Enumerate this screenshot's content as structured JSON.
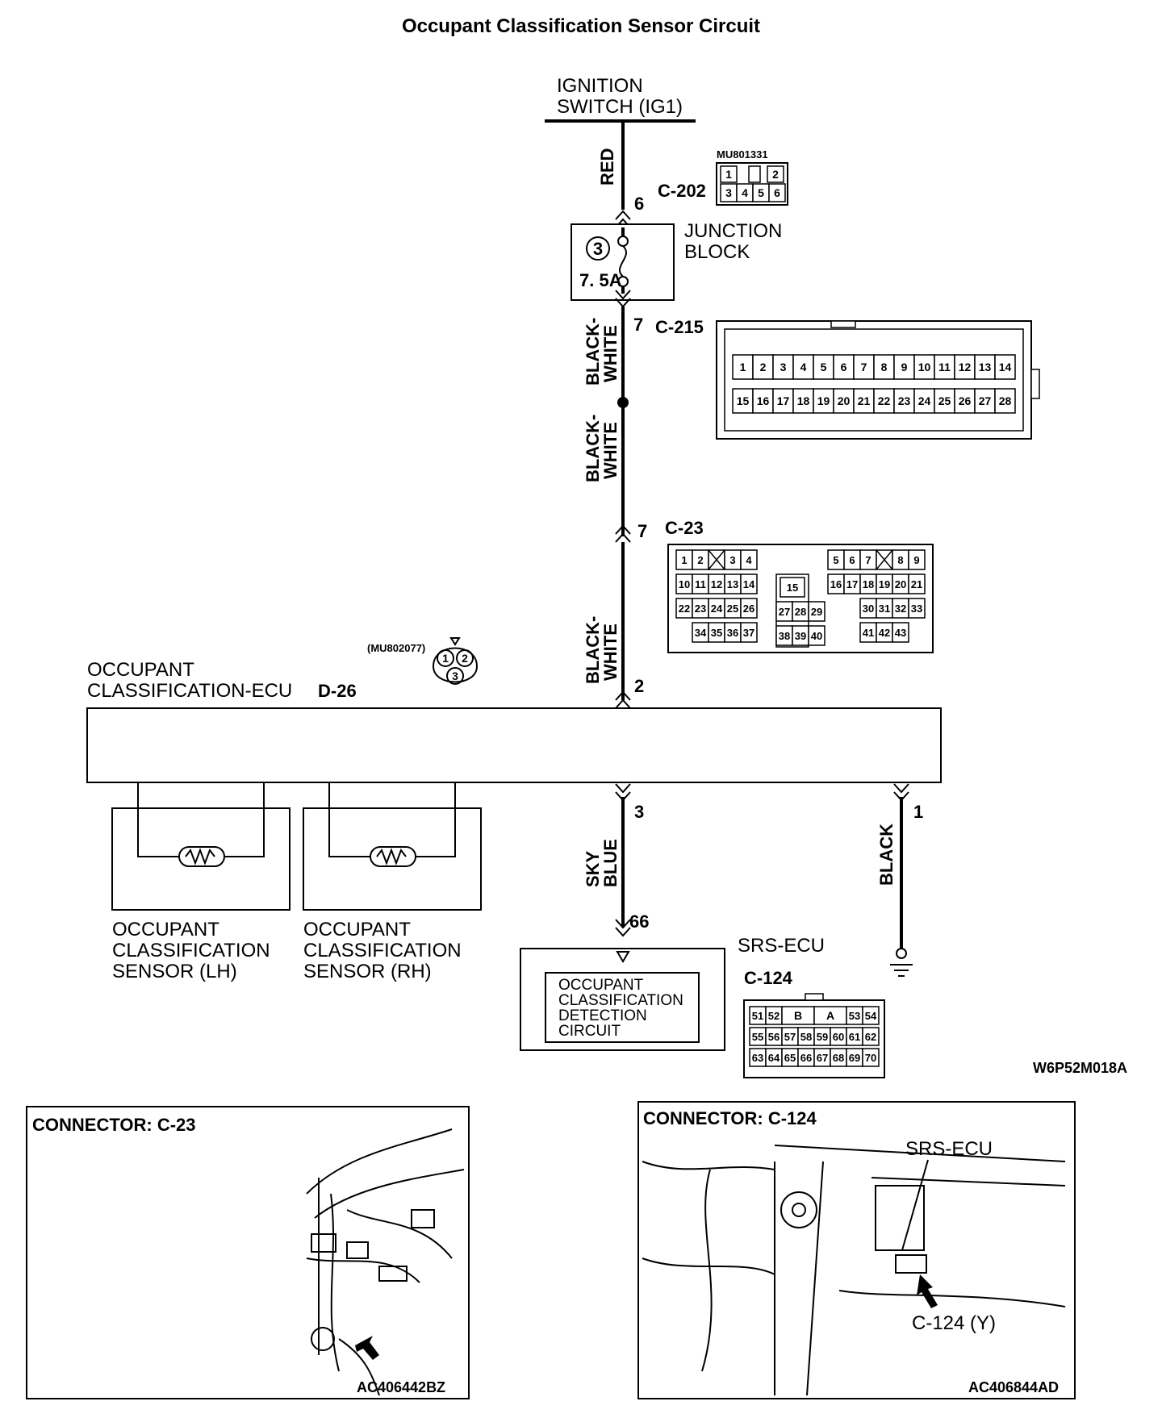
{
  "title": "Occupant Classification Sensor Circuit",
  "ignition": {
    "line1": "IGNITION",
    "line2": "SWITCH (IG1)"
  },
  "wires": {
    "red": "RED",
    "black_white_1a": "BLACK-",
    "black_white_1b": "WHITE",
    "black_white_2a": "BLACK-",
    "black_white_2b": "WHITE",
    "black_white_3a": "BLACK-",
    "black_white_3b": "WHITE",
    "sky_blue_a": "SKY",
    "sky_blue_b": "BLUE",
    "black": "BLACK"
  },
  "pins": {
    "c202_pin": "6",
    "c215_pin": "7",
    "c23_pin": "7",
    "d26_pin_top": "2",
    "d26_pin_sensor": "3",
    "d26_pin_ground": "1",
    "srs_pin": "66"
  },
  "connectors": {
    "c202": {
      "label": "C-202",
      "part": "MU801331",
      "row1": [
        "1",
        "",
        "2"
      ],
      "row2": [
        "3",
        "4",
        "5",
        "6"
      ]
    },
    "c215": {
      "label": "C-215",
      "row1": [
        "1",
        "2",
        "3",
        "4",
        "5",
        "6",
        "7",
        "8",
        "9",
        "10",
        "11",
        "12",
        "13",
        "14"
      ],
      "row2": [
        "15",
        "16",
        "17",
        "18",
        "19",
        "20",
        "21",
        "22",
        "23",
        "24",
        "25",
        "26",
        "27",
        "28"
      ]
    },
    "c23": {
      "label": "C-23",
      "row1_left": [
        "1",
        "2",
        "",
        "3",
        "4"
      ],
      "row1_right": [
        "5",
        "6",
        "7",
        "",
        "8",
        "9"
      ],
      "row2_left": [
        "10",
        "11",
        "12",
        "13",
        "14"
      ],
      "row2_mid": "15",
      "row2_right": [
        "16",
        "17",
        "18",
        "19",
        "20",
        "21"
      ],
      "row3_left": [
        "22",
        "23",
        "24",
        "25",
        "26"
      ],
      "row3_mid": [
        "27",
        "28",
        "29"
      ],
      "row3_right": [
        "30",
        "31",
        "32",
        "33"
      ],
      "row4_left": [
        "34",
        "35",
        "36",
        "37"
      ],
      "row4_mid": [
        "38",
        "39",
        "40"
      ],
      "row4_right": [
        "41",
        "42",
        "43"
      ]
    },
    "d26": {
      "label": "D-26",
      "part": "(MU802077)",
      "pins": [
        "1",
        "2",
        "3"
      ]
    },
    "c124": {
      "label": "C-124",
      "row1": [
        "51",
        "52",
        "B",
        "A",
        "53",
        "54"
      ],
      "row2": [
        "55",
        "56",
        "57",
        "58",
        "59",
        "60",
        "61",
        "62"
      ],
      "row3": [
        "63",
        "64",
        "65",
        "66",
        "67",
        "68",
        "69",
        "70"
      ]
    }
  },
  "junction": {
    "line1": "JUNCTION",
    "line2": "BLOCK",
    "fuse_no": "3",
    "fuse_rating": "7. 5A"
  },
  "ecu": {
    "line1": "OCCUPANT",
    "line2": "CLASSIFICATION-ECU"
  },
  "sensor_lh": {
    "line1": "OCCUPANT",
    "line2": "CLASSIFICATION",
    "line3": "SENSOR (LH)"
  },
  "sensor_rh": {
    "line1": "OCCUPANT",
    "line2": "CLASSIFICATION",
    "line3": "SENSOR (RH)"
  },
  "srs": {
    "title": "SRS-ECU",
    "inner1": "OCCUPANT",
    "inner2": "CLASSIFICATION",
    "inner3": "DETECTION",
    "inner4": "CIRCUIT"
  },
  "diagram_code": "W6P52M018A",
  "panels": {
    "left": {
      "title": "CONNECTOR: C-23",
      "code": "AC406442BZ"
    },
    "right": {
      "title": "CONNECTOR: C-124",
      "code": "AC406844AD",
      "srs_label": "SRS-ECU",
      "connector_label": "C-124 (Y)"
    }
  }
}
